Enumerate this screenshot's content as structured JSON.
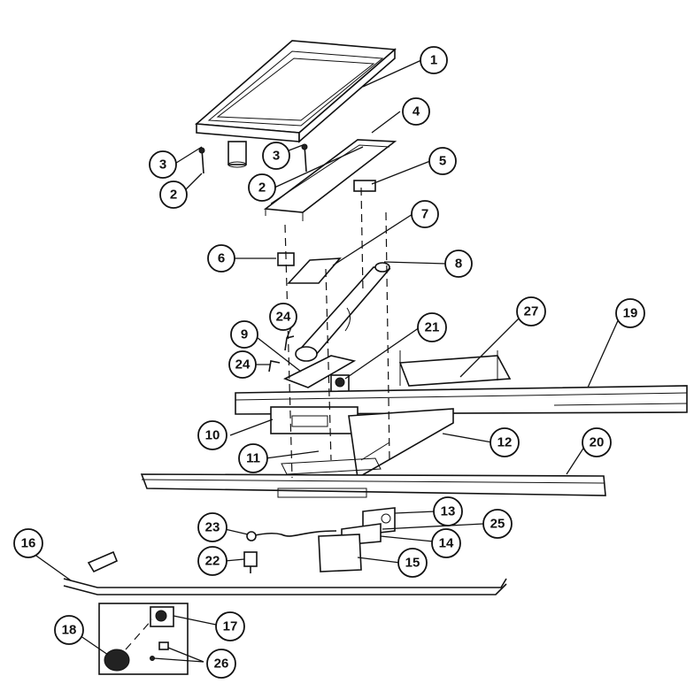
{
  "callouts": [
    {
      "id": "c1",
      "label": "1"
    },
    {
      "id": "c2a",
      "label": "2"
    },
    {
      "id": "c2b",
      "label": "2"
    },
    {
      "id": "c3a",
      "label": "3"
    },
    {
      "id": "c3b",
      "label": "3"
    },
    {
      "id": "c4",
      "label": "4"
    },
    {
      "id": "c5",
      "label": "5"
    },
    {
      "id": "c6",
      "label": "6"
    },
    {
      "id": "c7",
      "label": "7"
    },
    {
      "id": "c8",
      "label": "8"
    },
    {
      "id": "c9",
      "label": "9"
    },
    {
      "id": "c10",
      "label": "10"
    },
    {
      "id": "c11",
      "label": "11"
    },
    {
      "id": "c12",
      "label": "12"
    },
    {
      "id": "c13",
      "label": "13"
    },
    {
      "id": "c14",
      "label": "14"
    },
    {
      "id": "c15",
      "label": "15"
    },
    {
      "id": "c16",
      "label": "16"
    },
    {
      "id": "c17",
      "label": "17"
    },
    {
      "id": "c18",
      "label": "18"
    },
    {
      "id": "c19",
      "label": "19"
    },
    {
      "id": "c20",
      "label": "20"
    },
    {
      "id": "c21",
      "label": "21"
    },
    {
      "id": "c22",
      "label": "22"
    },
    {
      "id": "c23",
      "label": "23"
    },
    {
      "id": "c24a",
      "label": "24"
    },
    {
      "id": "c24b",
      "label": "24"
    },
    {
      "id": "c25",
      "label": "25"
    },
    {
      "id": "c26",
      "label": "26"
    },
    {
      "id": "c27",
      "label": "27"
    }
  ]
}
